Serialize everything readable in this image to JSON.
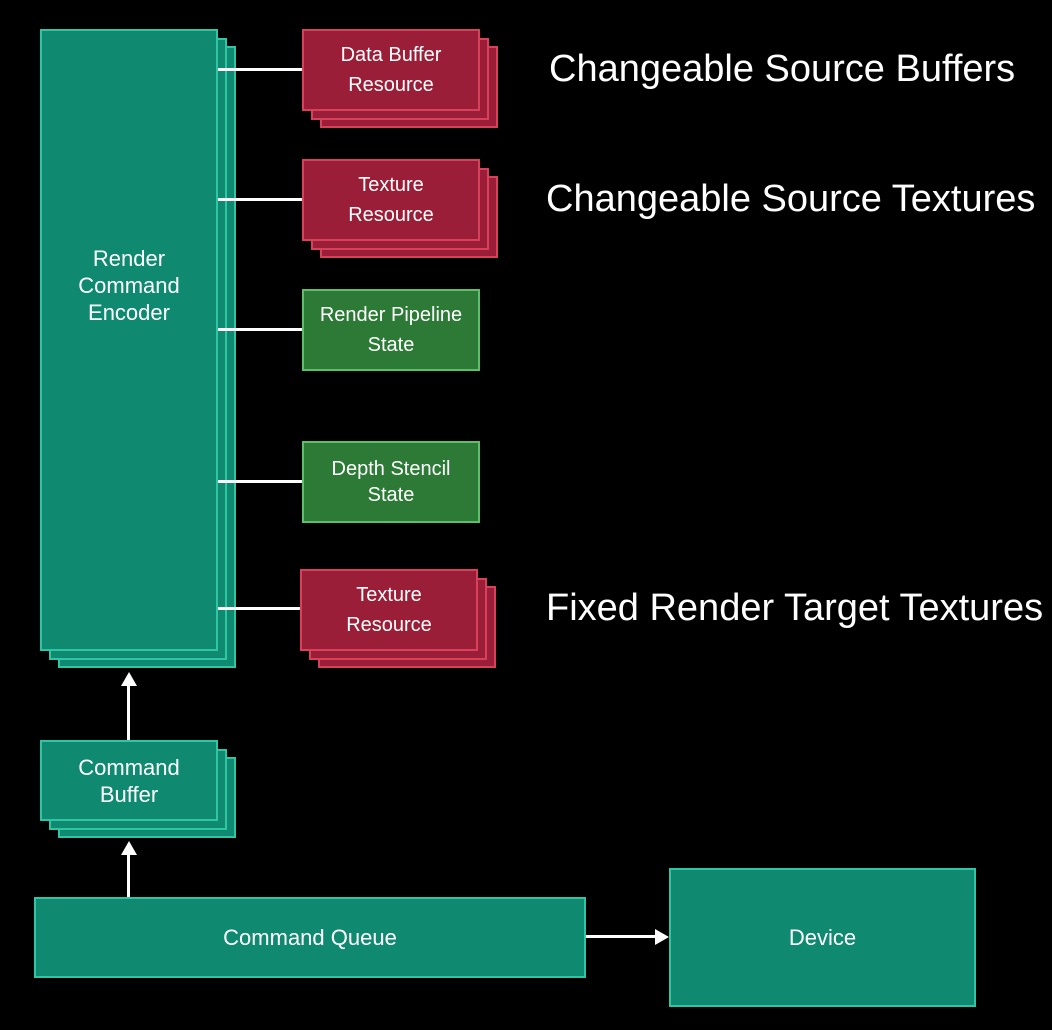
{
  "render_encoder": {
    "lines": [
      "Render",
      "Command",
      "Encoder"
    ]
  },
  "resources": {
    "data_buffer": [
      "Data Buffer",
      "Resource"
    ],
    "source_texture": [
      "Texture",
      "Resource"
    ],
    "pipeline_state": [
      "Render Pipeline",
      "State"
    ],
    "depth_stencil": [
      "Depth Stencil",
      "State"
    ],
    "target_texture": [
      "Texture",
      "Resource"
    ]
  },
  "labels": {
    "source_buffers": "Changeable Source Buffers",
    "source_textures": "Changeable Source Textures",
    "target_textures": "Fixed Render Target Textures"
  },
  "command_buffer": {
    "lines": [
      "Command",
      "Buffer"
    ]
  },
  "command_queue": {
    "label": "Command Queue"
  },
  "device": {
    "label": "Device"
  },
  "colors": {
    "teal_fill": "#0f8a71",
    "teal_border": "#2fc6a6",
    "crimson_fill": "#9a1e37",
    "crimson_border": "#d8405c",
    "green_fill": "#2c7a36",
    "green_border": "#5cbf6b",
    "background": "#000000"
  }
}
